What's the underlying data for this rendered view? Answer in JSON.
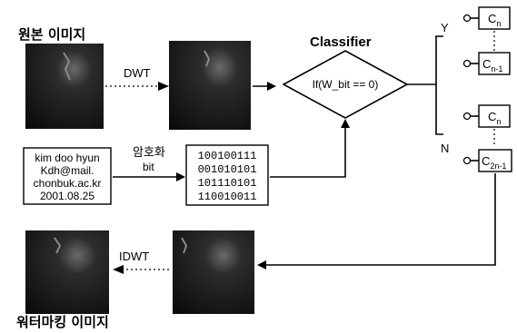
{
  "titles": {
    "original_image": "원본 이미지",
    "watermarked_image": "워터마킹 이미지"
  },
  "labels": {
    "dwt": "DWT",
    "idwt": "IDWT",
    "classifier": "Classifier",
    "condition": "If(W_bit == 0)",
    "encrypt": "암호화",
    "bit": "bit",
    "yes": "Y",
    "no": "N"
  },
  "info_box": {
    "lines": [
      "kim doo hyun",
      "Kdh@mail.",
      "chonbuk.ac.kr",
      "2001.08.25"
    ]
  },
  "bit_box": {
    "lines": [
      "100100111",
      "001010101",
      "101110101",
      "110010011"
    ]
  },
  "coeff_boxes": {
    "yes_first": {
      "base": "C",
      "sub": "n"
    },
    "yes_last": {
      "base": "C",
      "sub": "n-1"
    },
    "no_first": {
      "base": "C",
      "sub": "n"
    },
    "no_last": {
      "base": "C",
      "sub": "2n-1"
    }
  }
}
